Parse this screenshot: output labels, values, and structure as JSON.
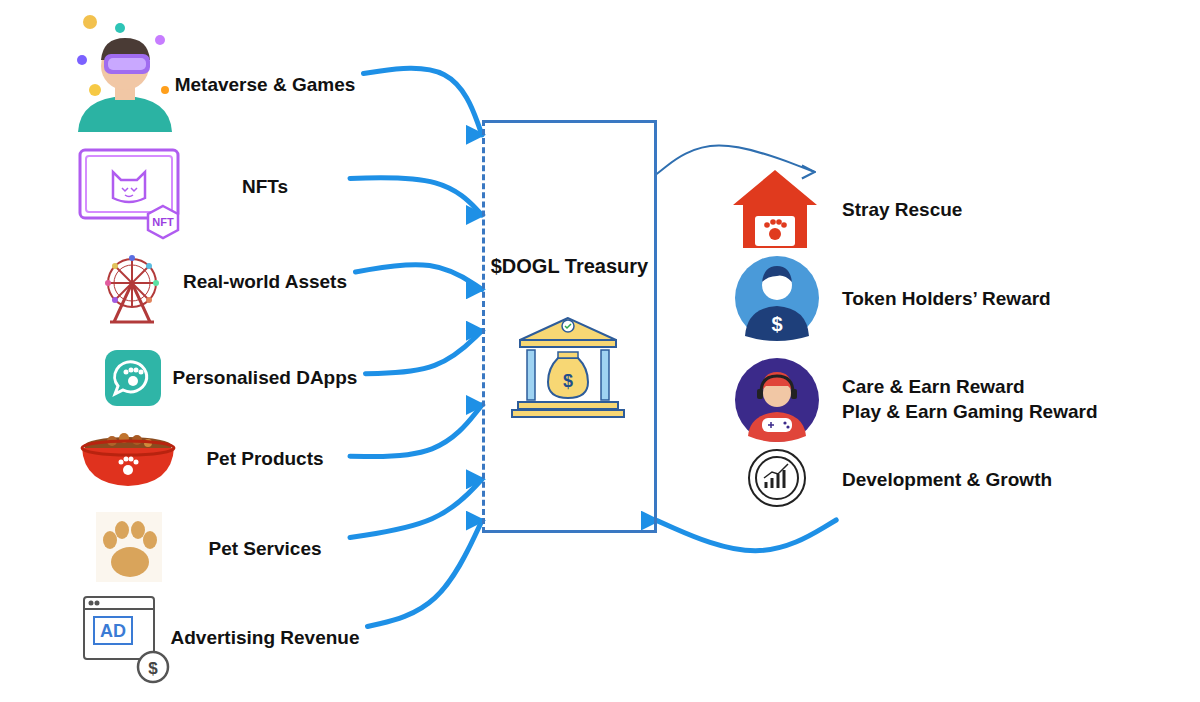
{
  "diagram": {
    "nodes": [
      {
        "text": [
          "Metaverse & Games"
        ]
      },
      {
        "text": [
          "NFTs"
        ]
      },
      {
        "text": [
          "Real-world Assets"
        ]
      },
      {
        "text": [
          "Personalised DApps"
        ]
      },
      {
        "text": [
          "Pet Products"
        ]
      },
      {
        "text": [
          "Pet Services"
        ]
      },
      {
        "text": [
          "Advertising Revenue"
        ]
      },
      {
        "text": [
          "$DOGL Treasury"
        ]
      },
      {
        "text": [
          "Stray Rescue"
        ]
      },
      {
        "text": [
          "Token Holders’ Reward"
        ]
      },
      {
        "text": [
          "Care & Earn Reward",
          "Play & Earn Gaming Reward"
        ]
      },
      {
        "text": [
          "Development & Growth"
        ]
      }
    ],
    "edges": [
      {
        "from": 0,
        "to": 7,
        "arrow": "to"
      },
      {
        "from": 1,
        "to": 7,
        "arrow": "to"
      },
      {
        "from": 2,
        "to": 7,
        "arrow": "to"
      },
      {
        "from": 3,
        "to": 7,
        "arrow": "to"
      },
      {
        "from": 4,
        "to": 7,
        "arrow": "to"
      },
      {
        "from": 5,
        "to": 7,
        "arrow": "to"
      },
      {
        "from": 6,
        "to": 7,
        "arrow": "to"
      },
      {
        "from": 7,
        "to": 8,
        "arrow": "to"
      },
      {
        "from": 11,
        "to": 7,
        "arrow": "to"
      }
    ],
    "labels": [
      "NFT",
      "AD",
      "$",
      "$",
      "$"
    ]
  }
}
